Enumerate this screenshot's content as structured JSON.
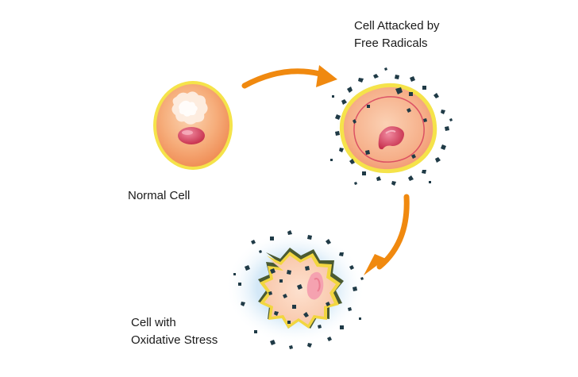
{
  "labels": {
    "normal_cell": "Normal Cell",
    "attacked_line1": "Cell Attacked by",
    "attacked_line2": "Free Radicals",
    "stress_line1": "Cell with",
    "stress_line2": "Oxidative Stress"
  },
  "colors": {
    "background": "#ffffff",
    "arrow": "#f0890f",
    "cell_body": "#f5a878",
    "cell_membrane": "#f5e34a",
    "nucleus": "#d9455f",
    "free_radical": "#1f3a46",
    "glow": "#bfe0da",
    "stress_glow": "#cfe7f5"
  },
  "icons": {
    "normal": "normal-cell-illustration",
    "attacked": "attacked-cell-illustration",
    "stressed": "stressed-cell-illustration",
    "arrow": "curved-arrow-icon",
    "radical": "free-radical-particle-icon"
  }
}
